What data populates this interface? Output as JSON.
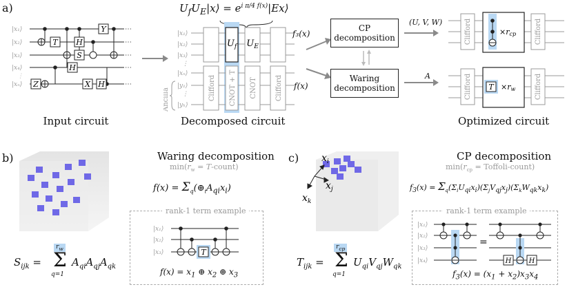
{
  "panel_a": {
    "label": "a)",
    "input_caption": "Input circuit",
    "decomposed_caption": "Decomposed circuit",
    "optimized_caption": "Optimized circuit",
    "decomposed_equation": "U_f U_E|x⟩ = e^{i π/4 f(x)}|Ex⟩",
    "input_wires": [
      "|x₁⟩",
      "|x₂⟩",
      "|x₃⟩",
      "|x₄⟩",
      "|xₙ⟩"
    ],
    "input_gates": [
      "T",
      "H",
      "S",
      "Y",
      "H",
      "Z",
      "X",
      "H"
    ],
    "decomp_wires": [
      "|x₁⟩",
      "|x₂⟩",
      "|x₃⟩",
      "|xₙ⟩",
      "|y₁⟩",
      "|yₕ⟩"
    ],
    "ancilla_label": "Ancilla",
    "uf_label": "U_f",
    "ue_label": "U_E",
    "clifford_label": "Clifford",
    "cnot_t_label": "CNOT + T",
    "cnot_label": "CNOT",
    "f3_label": "f₃(x)",
    "f_label": "f(x)",
    "cp_box": "CP decomposition",
    "waring_box": "Waring decomposition",
    "uvw_label": "(U, V, W)",
    "a_label": "A",
    "rcp_label": "×r_cp",
    "rw_label": "×r_w",
    "t_gate": "T"
  },
  "panel_b": {
    "label": "b)",
    "title": "Waring decomposition",
    "subtitle": "min(r_w = T-count)",
    "formula_f": "f(x) = Σ_q (⊕_i A_qi x_i)",
    "example_label": "rank-1 term example",
    "example_wires": [
      "|x₁⟩",
      "|x₂⟩",
      "|x₃⟩"
    ],
    "example_gate": "T",
    "example_formula": "f(x) = x₁ ⊕ x₂ ⊕ x₃",
    "tensor_formula_lhs": "S_ijk =",
    "tensor_formula_rhs": "A_qi A_qj A_qk",
    "sum_upper": "r_w",
    "sum_lower": "q=1"
  },
  "panel_c": {
    "label": "c)",
    "title": "CP decomposition",
    "subtitle": "min(r_cp = Toffoli-count)",
    "formula_f": "f₃(x) = Σ_q (Σ_i U_qi x_i)(Σ_j V_qj x_j)(Σ_k W_qk x_k)",
    "example_label": "rank-1 term example",
    "example_wires": [
      "|x₁⟩",
      "|x₂⟩",
      "|x₃⟩",
      "|x₄⟩"
    ],
    "example_gate": "H",
    "example_formula": "f₃(x) = (x₁ + x₂)x₃x₄",
    "axis_i": "x_i",
    "axis_j": "x_j",
    "axis_k": "x_k",
    "tensor_formula_lhs": "T_ijk =",
    "tensor_formula_rhs": "U_qi V_qj W_qk",
    "sum_upper": "r_cp",
    "sum_lower": "q=1"
  },
  "colors": {
    "highlight": "#b9d8f3",
    "cube_blue": "#5a52e6",
    "cube_grey": "#d8d8d8",
    "arrow_grey": "#8a8a8a"
  }
}
